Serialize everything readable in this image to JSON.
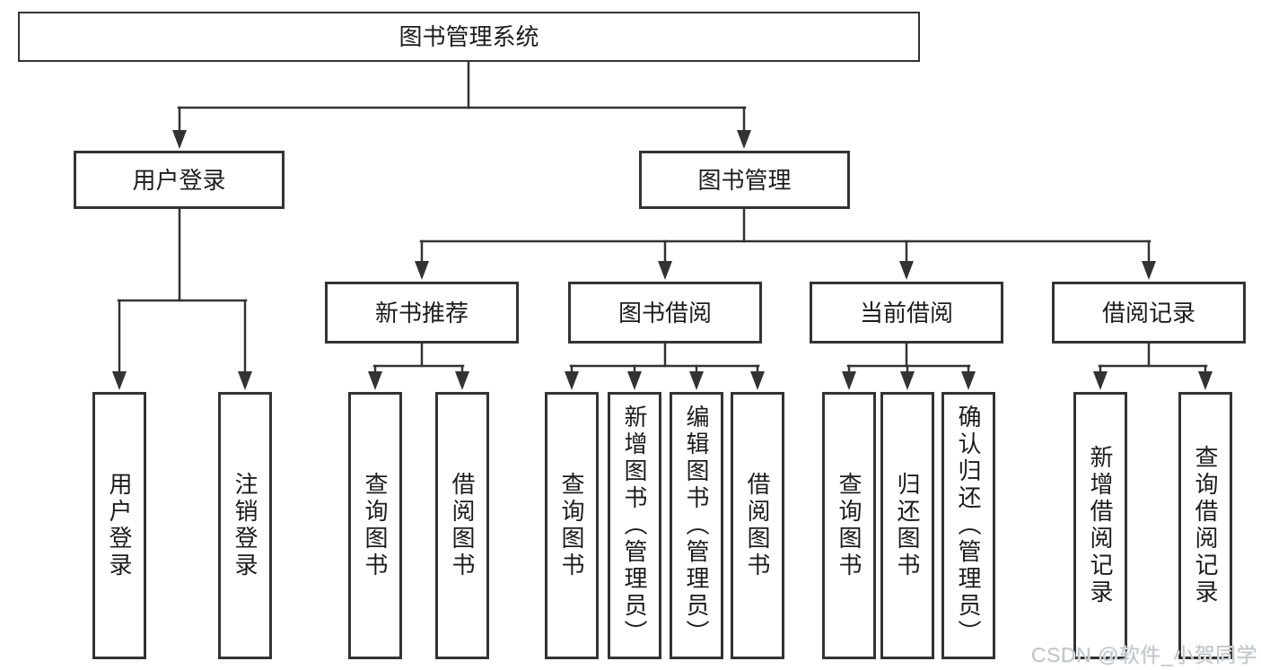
{
  "diagram": {
    "root": {
      "label": "图书管理系统",
      "children": [
        {
          "label": "用户登录",
          "children": [
            {
              "label": "用户登录"
            },
            {
              "label": "注销登录"
            }
          ]
        },
        {
          "label": "图书管理",
          "children": [
            {
              "label": "新书推荐",
              "children": [
                {
                  "label": "查询图书"
                },
                {
                  "label": "借阅图书"
                }
              ]
            },
            {
              "label": "图书借阅",
              "children": [
                {
                  "label": "查询图书"
                },
                {
                  "label": "新增图书（管理员）"
                },
                {
                  "label": "编辑图书（管理员）"
                },
                {
                  "label": "借阅图书"
                }
              ]
            },
            {
              "label": "当前借阅",
              "children": [
                {
                  "label": "查询图书"
                },
                {
                  "label": "归还图书"
                },
                {
                  "label": "确认归还（管理员）"
                }
              ]
            },
            {
              "label": "借阅记录",
              "children": [
                {
                  "label": "新增借阅记录"
                },
                {
                  "label": "查询借阅记录"
                }
              ]
            }
          ]
        }
      ]
    },
    "watermark": {
      "text": "CSDN @软件_小贺同学"
    },
    "colors": {
      "line": "#333333",
      "box_fill": "#ffffff",
      "text": "#1c1c1c",
      "watermark": "#c2c6ca",
      "background": "#ffffff"
    }
  }
}
